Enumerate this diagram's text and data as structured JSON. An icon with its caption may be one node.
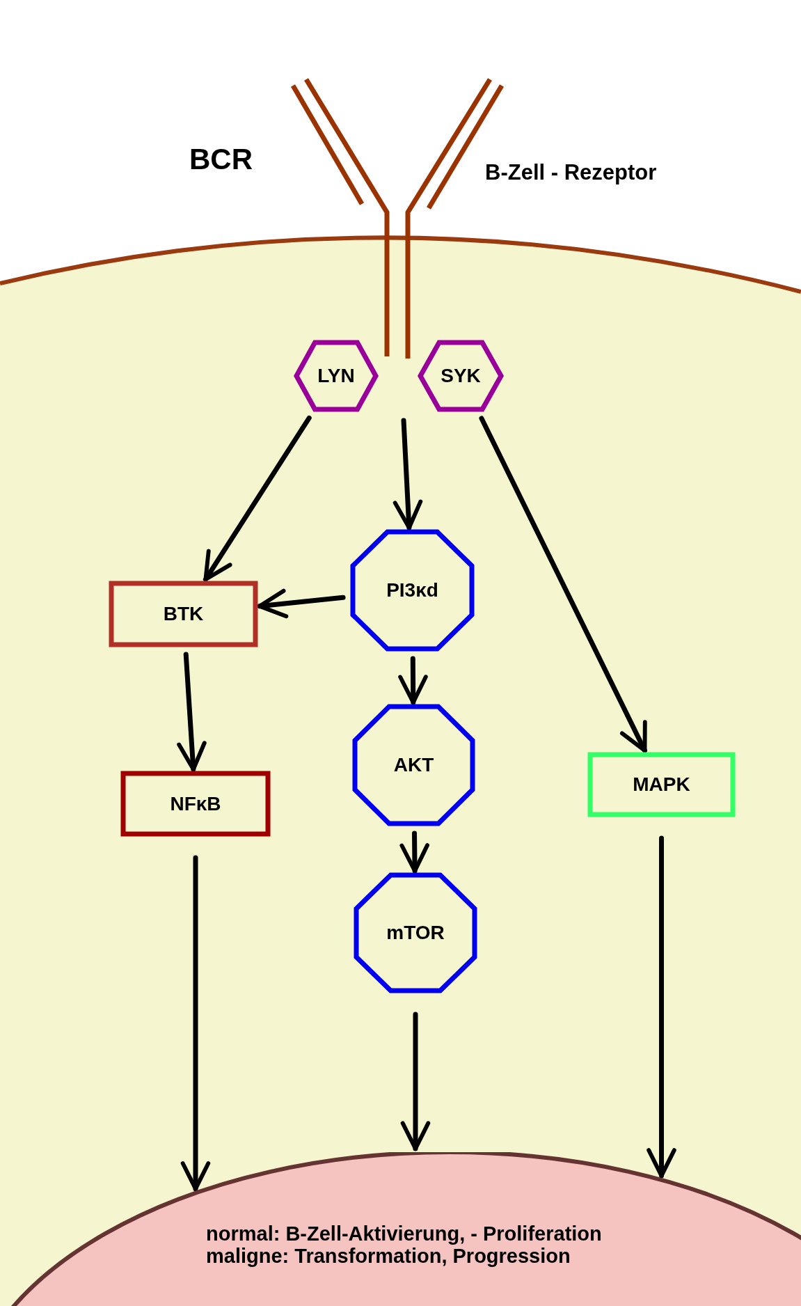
{
  "diagram": {
    "nodes": [
      {
        "text": [],
        "shape": "picture",
        "beside": [
          "BCR",
          "B-Zell - Rezeptor"
        ]
      },
      {
        "text": [
          "LYN"
        ]
      },
      {
        "text": [
          "SYK"
        ]
      },
      {
        "text": [
          "BTK"
        ]
      },
      {
        "text": [
          "PI3κd"
        ]
      },
      {
        "text": [
          "NFκB"
        ]
      },
      {
        "text": [
          "AKT"
        ]
      },
      {
        "text": [
          "MAPK"
        ]
      },
      {
        "text": [
          "mTOR"
        ]
      },
      {
        "text": [
          "normal: B-Zell-Aktivierung, - Proliferation",
          "maligne: Transformation, Progression"
        ]
      }
    ],
    "edges": [
      {
        "from": 1,
        "to": 3,
        "arrow": "to"
      },
      {
        "from": null,
        "to": 4,
        "arrow": "to"
      },
      {
        "from": 2,
        "to": 7,
        "arrow": "to"
      },
      {
        "from": 4,
        "to": 3,
        "arrow": "to"
      },
      {
        "from": 3,
        "to": 5,
        "arrow": "to"
      },
      {
        "from": 4,
        "to": 6,
        "arrow": "to"
      },
      {
        "from": 6,
        "to": 8,
        "arrow": "to"
      },
      {
        "from": 5,
        "to": 9,
        "arrow": "to"
      },
      {
        "from": 8,
        "to": 9,
        "arrow": "to"
      },
      {
        "from": 7,
        "to": 9,
        "arrow": "to"
      }
    ]
  }
}
